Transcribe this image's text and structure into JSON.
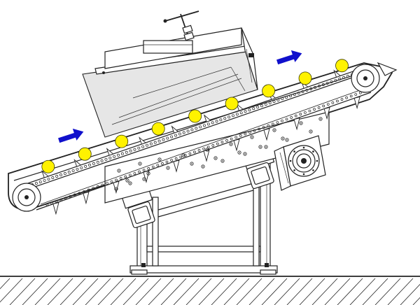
{
  "diagram": {
    "kind": "inclined belt conveyor with product pieces",
    "colors": {
      "product": "#FFF200",
      "product_outline": "#3a3a00",
      "arrow": "#1010CC",
      "line": "#222222",
      "housing": "#E6E6E6",
      "background": "#FFFFFF"
    },
    "icons": [
      "flow-direction-arrow",
      "hand-wheel-icon",
      "drive-motor",
      "floor-hatching"
    ],
    "product_count": 9,
    "direction_arrow_count": 2
  }
}
